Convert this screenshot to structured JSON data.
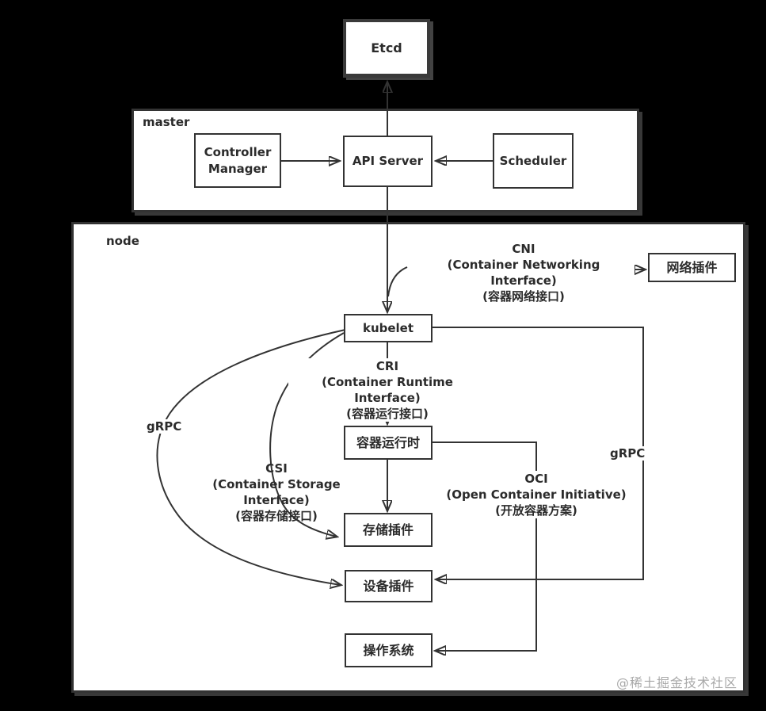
{
  "clusters": {
    "master": {
      "label": "master"
    },
    "node": {
      "label": "node"
    }
  },
  "nodes": {
    "etcd": {
      "label": "Etcd"
    },
    "controller_manager": {
      "label": "Controller Manager"
    },
    "api_server": {
      "label": "API Server"
    },
    "scheduler": {
      "label": "Scheduler"
    },
    "kubelet": {
      "label": "kubelet"
    },
    "network_plugin": {
      "label": "网络插件"
    },
    "container_runtime": {
      "label": "容器运行时"
    },
    "storage_plugin": {
      "label": "存储插件"
    },
    "device_plugin": {
      "label": "设备插件"
    },
    "os": {
      "label": "操作系统"
    }
  },
  "annotations": {
    "cni": {
      "acronym": "CNI",
      "english": "(Container Networking Interface)",
      "chinese": "(容器网络接口)"
    },
    "cri": {
      "acronym": "CRI",
      "english": "(Container Runtime Interface)",
      "chinese": "(容器运行接口)"
    },
    "csi": {
      "acronym": "CSI",
      "english": "(Container Storage Interface)",
      "chinese": "(容器存储接口)"
    },
    "oci": {
      "acronym": "OCI",
      "english": "(Open Container Initiative)",
      "chinese": "(开放容器方案)"
    },
    "grpc_left": {
      "label": "gRPC"
    },
    "grpc_right": {
      "label": "gRPC"
    }
  },
  "watermark": {
    "label": "@稀土掘金技术社区"
  },
  "colors": {
    "background": "#000000",
    "box_fill": "#ffffff",
    "line": "#333333",
    "text": "#2b2b2b",
    "watermark": "#a8a8a8"
  }
}
